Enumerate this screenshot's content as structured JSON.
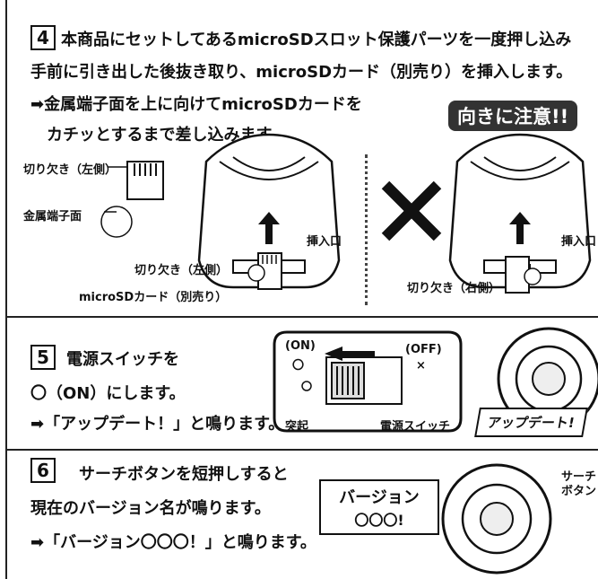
{
  "step4": {
    "number": "4",
    "line1": "本商品にセットしてあるmicroSDスロット保護パーツを一度押し込み",
    "line2": "手前に引き出した後抜き取り、microSDカード（別売り）を挿入します。",
    "line3": "➡金属端子面を上に向けてmicroSDカードを",
    "line4": "カチッとするまで差し込みます。",
    "caution_badge": "向きに注意!!",
    "fig_left": {
      "notch_label": "切り欠き（左側）",
      "terminal_label": "金属端子面",
      "notch_label_bottom": "切り欠き（左側）",
      "slot_label": "挿入口",
      "card_label": "microSDカード（別売り）"
    },
    "fig_right": {
      "notch_label": "切り欠き（右側）",
      "slot_label": "挿入口"
    }
  },
  "step5": {
    "number": "5",
    "line1": "電源スイッチを",
    "line2": "〇（ON）にします。",
    "line3": "➡「アップデート！」と鳴ります。",
    "on_label": "(ON)",
    "on_symbol": "〇",
    "off_label": "(OFF)",
    "off_symbol": "×",
    "protrusion_label": "突起",
    "switch_label": "電源スイッチ",
    "speech": "アップデート!"
  },
  "step6": {
    "number": "6",
    "line1": "サーチボタンを短押しすると",
    "line2": "現在のバージョン名が鳴ります。",
    "line3": "➡「バージョン〇〇〇！」と鳴ります。",
    "speech_line1": "バージョン",
    "speech_line2": "〇〇〇!",
    "search_label_1": "サーチ",
    "search_label_2": "ボタン"
  }
}
